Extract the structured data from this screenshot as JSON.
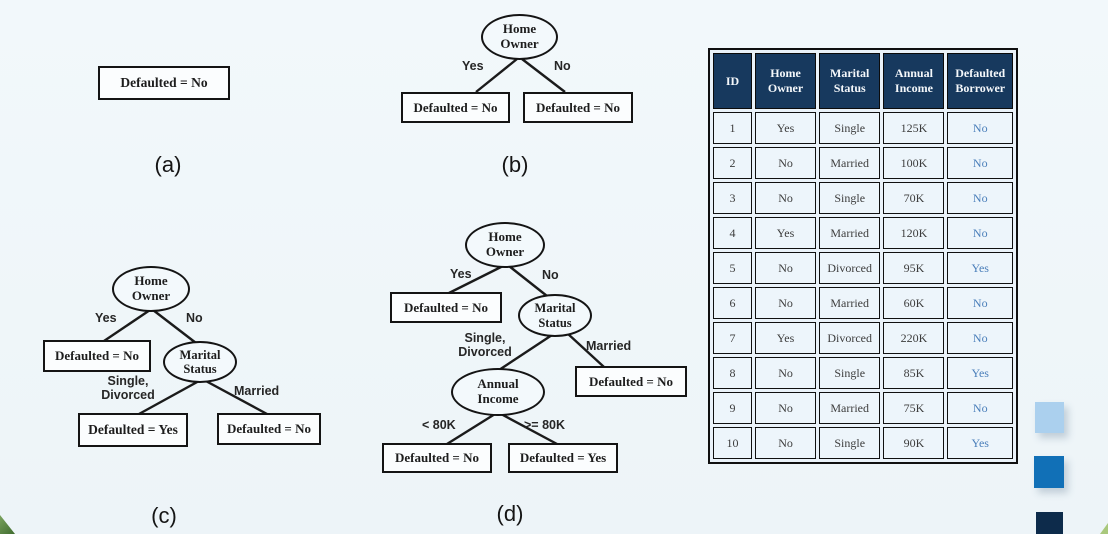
{
  "colors": {
    "page_background": "#eff6f9",
    "table_header_bg": "#17395e",
    "table_header_text": "#f5f8fb",
    "defaulted_value_text": "#4b7fba",
    "node_border": "#141414",
    "swatch_light_blue": "#abd0ee",
    "swatch_medium_blue": "#1170b7",
    "swatch_dark_navy": "#0d2b4b"
  },
  "diagrams": {
    "a": {
      "caption": "(a)",
      "leaf": "Defaulted = No"
    },
    "b": {
      "caption": "(b)",
      "root_line1": "Home",
      "root_line2": "Owner",
      "branch_yes": "Yes",
      "branch_no": "No",
      "leaf_yes": "Defaulted = No",
      "leaf_no": "Defaulted = No"
    },
    "c": {
      "caption": "(c)",
      "root_line1": "Home",
      "root_line2": "Owner",
      "branch_yes": "Yes",
      "branch_no": "No",
      "leaf_yes": "Defaulted = No",
      "node2_line1": "Marital",
      "node2_line2": "Status",
      "branch_single_line1": "Single,",
      "branch_single_line2": "Divorced",
      "branch_married": "Married",
      "leaf_single": "Defaulted = Yes",
      "leaf_married": "Defaulted = No"
    },
    "d": {
      "caption": "(d)",
      "root_line1": "Home",
      "root_line2": "Owner",
      "branch_yes": "Yes",
      "branch_no": "No",
      "leaf_yes": "Defaulted = No",
      "node2_line1": "Marital",
      "node2_line2": "Status",
      "branch_single_line1": "Single,",
      "branch_single_line2": "Divorced",
      "branch_married": "Married",
      "leaf_married": "Defaulted = No",
      "node3_line1": "Annual",
      "node3_line2": "Income",
      "branch_lt": "< 80K",
      "branch_ge": ">= 80K",
      "leaf_lt": "Defaulted = No",
      "leaf_ge": "Defaulted = Yes"
    }
  },
  "table": {
    "headers": [
      "ID",
      "Home Owner",
      "Marital Status",
      "Annual Income",
      "Defaulted Borrower"
    ],
    "rows": [
      {
        "id": "1",
        "home_owner": "Yes",
        "marital_status": "Single",
        "annual_income": "125K",
        "defaulted": "No"
      },
      {
        "id": "2",
        "home_owner": "No",
        "marital_status": "Married",
        "annual_income": "100K",
        "defaulted": "No"
      },
      {
        "id": "3",
        "home_owner": "No",
        "marital_status": "Single",
        "annual_income": "70K",
        "defaulted": "No"
      },
      {
        "id": "4",
        "home_owner": "Yes",
        "marital_status": "Married",
        "annual_income": "120K",
        "defaulted": "No"
      },
      {
        "id": "5",
        "home_owner": "No",
        "marital_status": "Divorced",
        "annual_income": "95K",
        "defaulted": "Yes"
      },
      {
        "id": "6",
        "home_owner": "No",
        "marital_status": "Married",
        "annual_income": "60K",
        "defaulted": "No"
      },
      {
        "id": "7",
        "home_owner": "Yes",
        "marital_status": "Divorced",
        "annual_income": "220K",
        "defaulted": "No"
      },
      {
        "id": "8",
        "home_owner": "No",
        "marital_status": "Single",
        "annual_income": "85K",
        "defaulted": "Yes"
      },
      {
        "id": "9",
        "home_owner": "No",
        "marital_status": "Married",
        "annual_income": "75K",
        "defaulted": "No"
      },
      {
        "id": "10",
        "home_owner": "No",
        "marital_status": "Single",
        "annual_income": "90K",
        "defaulted": "Yes"
      }
    ]
  }
}
